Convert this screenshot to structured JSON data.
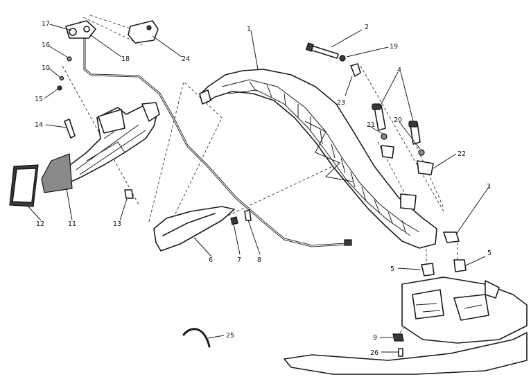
{
  "labels": [
    {
      "id": "callout-1",
      "text": "1"
    },
    {
      "id": "callout-2",
      "text": "2"
    },
    {
      "id": "callout-3",
      "text": "3"
    },
    {
      "id": "callout-4",
      "text": "4"
    },
    {
      "id": "callout-5a",
      "text": "5"
    },
    {
      "id": "callout-5b",
      "text": "5"
    },
    {
      "id": "callout-6",
      "text": "6"
    },
    {
      "id": "callout-7",
      "text": "7"
    },
    {
      "id": "callout-8",
      "text": "8"
    },
    {
      "id": "callout-9",
      "text": "9"
    },
    {
      "id": "callout-10",
      "text": "10"
    },
    {
      "id": "callout-11",
      "text": "11"
    },
    {
      "id": "callout-12",
      "text": "12"
    },
    {
      "id": "callout-13",
      "text": "13"
    },
    {
      "id": "callout-14",
      "text": "14"
    },
    {
      "id": "callout-15",
      "text": "15"
    },
    {
      "id": "callout-16",
      "text": "16"
    },
    {
      "id": "callout-17",
      "text": "17"
    },
    {
      "id": "callout-18",
      "text": "18"
    },
    {
      "id": "callout-19",
      "text": "19"
    },
    {
      "id": "callout-20",
      "text": "20"
    },
    {
      "id": "callout-21",
      "text": "21"
    },
    {
      "id": "callout-22",
      "text": "22"
    },
    {
      "id": "callout-23",
      "text": "23"
    },
    {
      "id": "callout-24",
      "text": "24"
    },
    {
      "id": "callout-25",
      "text": "25"
    },
    {
      "id": "callout-26",
      "text": "26"
    }
  ]
}
